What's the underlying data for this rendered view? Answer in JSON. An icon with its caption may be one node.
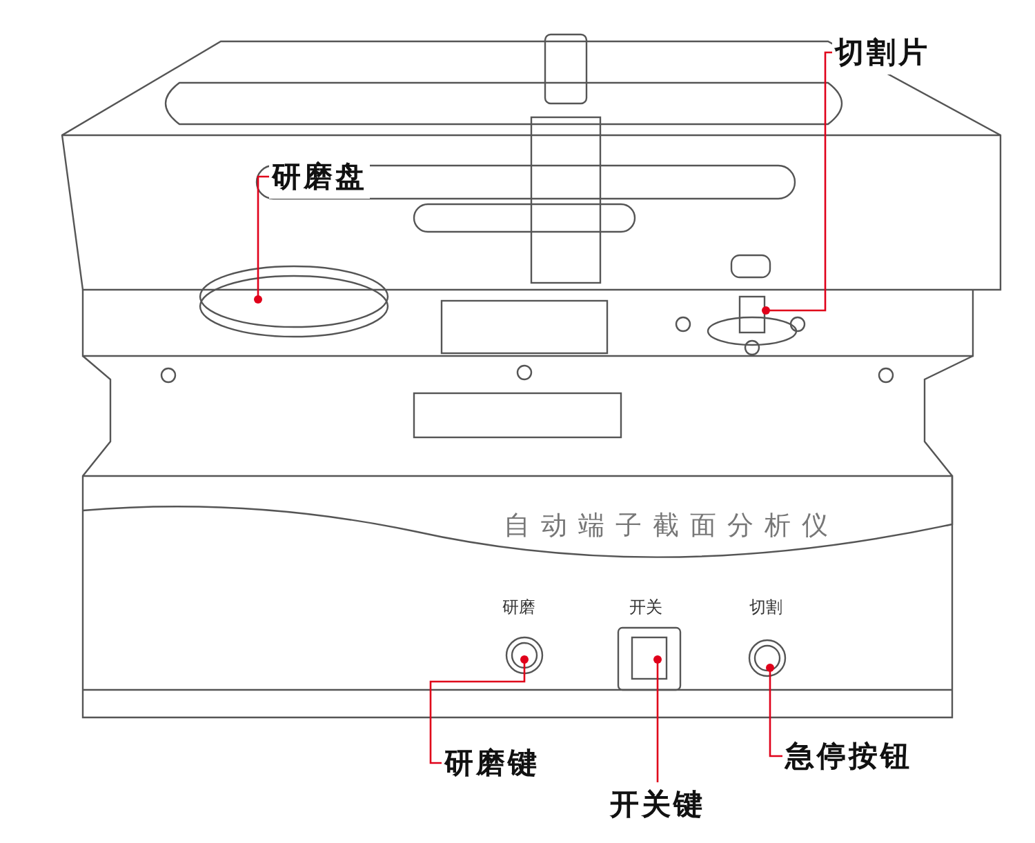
{
  "diagram": {
    "nodes": [
      {
        "text": [
          "切割片"
        ]
      },
      {
        "text": [
          "研磨盘"
        ]
      },
      {
        "text": [
          "研磨键"
        ]
      },
      {
        "text": [
          "急停按钮"
        ]
      },
      {
        "text": [
          "开关键"
        ]
      }
    ],
    "edges": [
      {
        "from": 0,
        "to": null,
        "arrow": "other"
      },
      {
        "from": 1,
        "to": null,
        "arrow": "other"
      },
      {
        "from": 2,
        "to": null,
        "arrow": "other"
      },
      {
        "from": 3,
        "to": null,
        "arrow": "other"
      },
      {
        "from": 4,
        "to": null,
        "arrow": "other"
      }
    ],
    "labels": [
      "自动端子截面分析仪",
      "研磨",
      "开关",
      "切割"
    ]
  }
}
